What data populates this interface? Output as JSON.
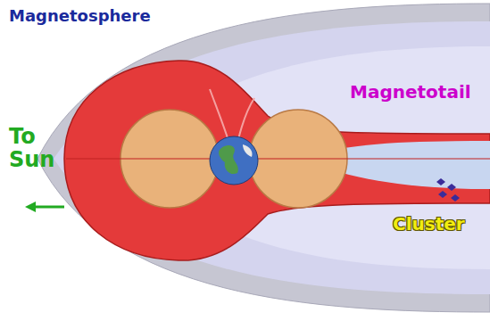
{
  "diagram": {
    "labels": [
      "Magnetosphere",
      "Magnetotail",
      "To Sun",
      "Cluster"
    ]
  }
}
